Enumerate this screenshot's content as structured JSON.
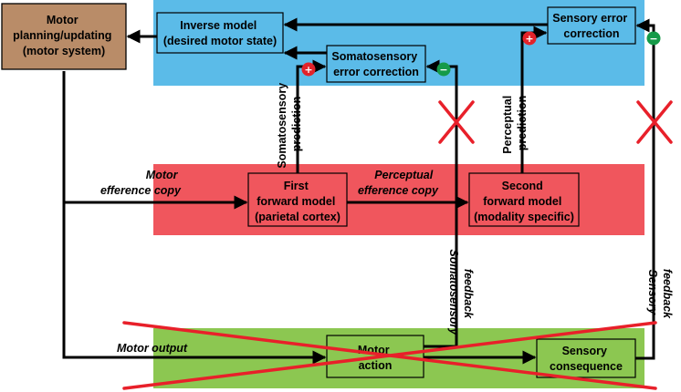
{
  "colors": {
    "band_top": "#5bbbe8",
    "band_mid": "#f0565d",
    "band_bottom": "#8cc751",
    "motor_planning_box": "#b98c68",
    "plus_sign": "#e2232a",
    "minus_sign": "#159a48",
    "cross": "#e8202a"
  },
  "nodes": {
    "motor_planning": [
      "Motor",
      "planning/updating",
      "(motor system)"
    ],
    "inverse_model": [
      "Inverse model",
      "(desired motor state)"
    ],
    "sensory_error_correction": [
      "Sensory error",
      "correction"
    ],
    "somatosensory_error_correction": [
      "Somatosensory",
      "error correction"
    ],
    "first_forward_model": [
      "First",
      "forward model",
      "(parietal cortex)"
    ],
    "second_forward_model": [
      "Second",
      "forward model",
      "(modality specific)"
    ],
    "motor_action": [
      "Motor",
      "action"
    ],
    "sensory_consequence": [
      "Sensory",
      "consequence"
    ]
  },
  "edge_labels": {
    "motor_efference_copy": [
      "Motor",
      "efference copy"
    ],
    "perceptual_efference_copy": [
      "Perceptual",
      "efference copy"
    ],
    "somatosensory_prediction": [
      "Somatosensory",
      "prediction"
    ],
    "perceptual_prediction": [
      "Perceptual",
      "prediction"
    ],
    "somatosensory_feedback": [
      "Somatosensory",
      "feedback"
    ],
    "sensory_feedback": [
      "Sensory",
      "feedback"
    ],
    "motor_output": "Motor output"
  },
  "signs": {
    "plus": "+",
    "minus": "−"
  }
}
